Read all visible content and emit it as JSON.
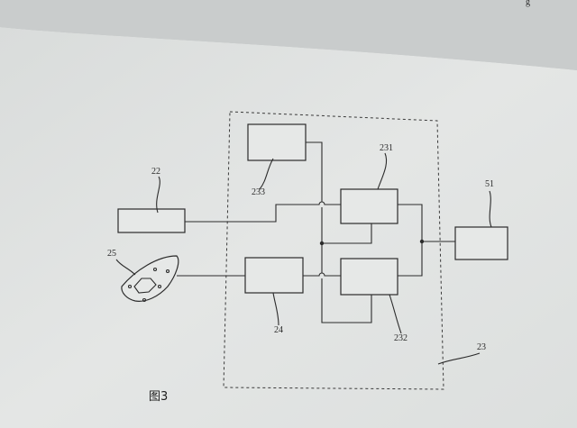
{
  "figure": {
    "caption": "图3"
  },
  "labels": {
    "block_22": "22",
    "iron_25": "25",
    "block_24": "24",
    "block_233": "233",
    "block_231": "231",
    "block_232": "232",
    "block_51": "51",
    "region_23": "23"
  },
  "colors": {
    "paper": "#e6e8e7",
    "ink": "#2b2b2b",
    "background_top": "#b9bcbd"
  },
  "icons": {
    "iron": "iron-soleplate-icon"
  },
  "page_edge_text": "g"
}
